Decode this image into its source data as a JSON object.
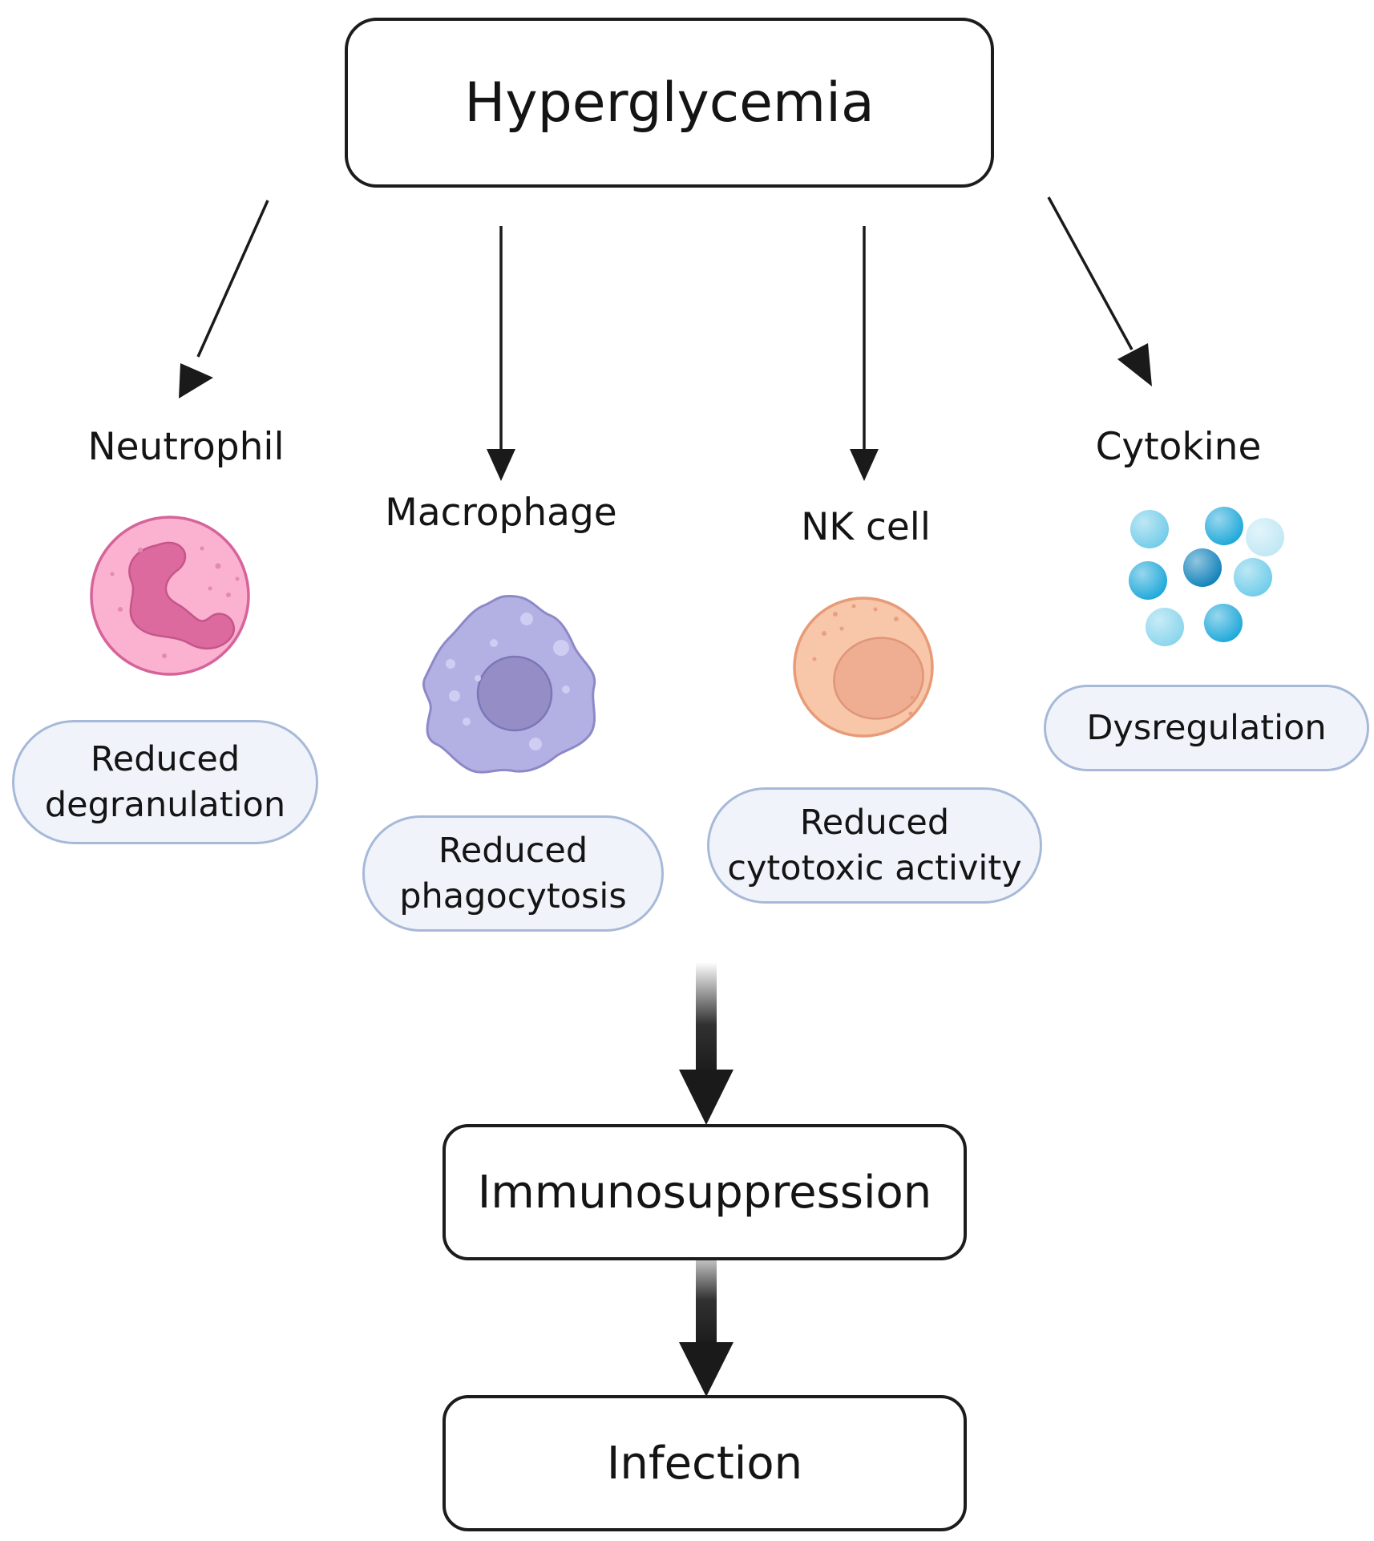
{
  "top": {
    "title": "Hyperglycemia"
  },
  "cells": [
    {
      "name": "Neutrophil",
      "effect": [
        "Reduced",
        "degranulation"
      ],
      "icon": "neutrophil-icon",
      "color": "#f9a9cb"
    },
    {
      "name": "Macrophage",
      "effect": [
        "Reduced",
        "phagocytosis"
      ],
      "icon": "macrophage-icon",
      "color": "#b3b1e3"
    },
    {
      "name": "NK cell",
      "effect": [
        "Reduced",
        "cytotoxic activity"
      ],
      "icon": "nk-cell-icon",
      "color": "#f8c3a5"
    },
    {
      "name": "Cytokine",
      "effect": [
        "Dysregulation"
      ],
      "icon": "cytokine-cluster-icon",
      "color": "#23a8d6"
    }
  ],
  "outcomes": {
    "middle": "Immunosuppression",
    "bottom": "Infection"
  },
  "colors": {
    "box_border": "#1c1c1c",
    "pill_fill": "#f0f4fa",
    "pill_border": "#a7b9d8",
    "arrow": "#1a1a1a"
  }
}
